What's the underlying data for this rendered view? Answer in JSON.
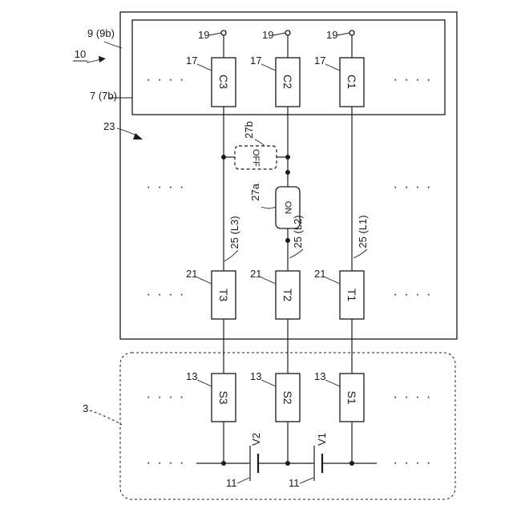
{
  "labels": {
    "device_ref": "10",
    "outer_box": "9 (9b)",
    "inner_box": "7 (7b)",
    "region": "23",
    "source_unit": "3",
    "terminal": "19",
    "cell_ref": "17",
    "transistor_ref": "21",
    "source_ref": "13",
    "battery_ref": "11",
    "switch_off_ref": "27b",
    "switch_on_ref": "27a",
    "line_l3": "25 (L3)",
    "line_l2": "25 (L2)",
    "line_l1": "25 (L1)",
    "voltage_v2": "V2",
    "voltage_v1": "V1",
    "ellipsis": "· · · ·"
  },
  "boxes": {
    "c": [
      "C3",
      "C2",
      "C1"
    ],
    "t": [
      "T3",
      "T2",
      "T1"
    ],
    "s": [
      "S3",
      "S2",
      "S1"
    ]
  },
  "switches": {
    "off": "OFF",
    "on": "ON"
  }
}
